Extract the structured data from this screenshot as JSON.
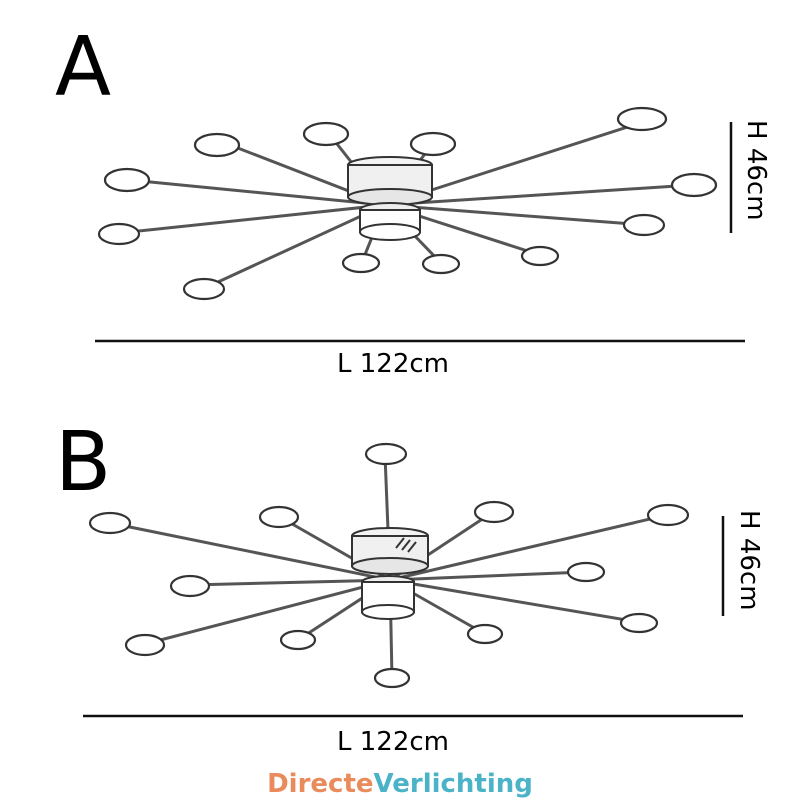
{
  "variant_a": {
    "letter": "A",
    "length_label": "L 122cm",
    "height_label": "H 46cm"
  },
  "variant_b": {
    "letter": "B",
    "length_label": "L 122cm",
    "height_label": "H 46cm"
  },
  "brand": {
    "part1": "Directe",
    "part2": "Verlichting",
    "color1": "#e98b5a",
    "color2": "#4bb3c8"
  },
  "line_color": "#222222"
}
